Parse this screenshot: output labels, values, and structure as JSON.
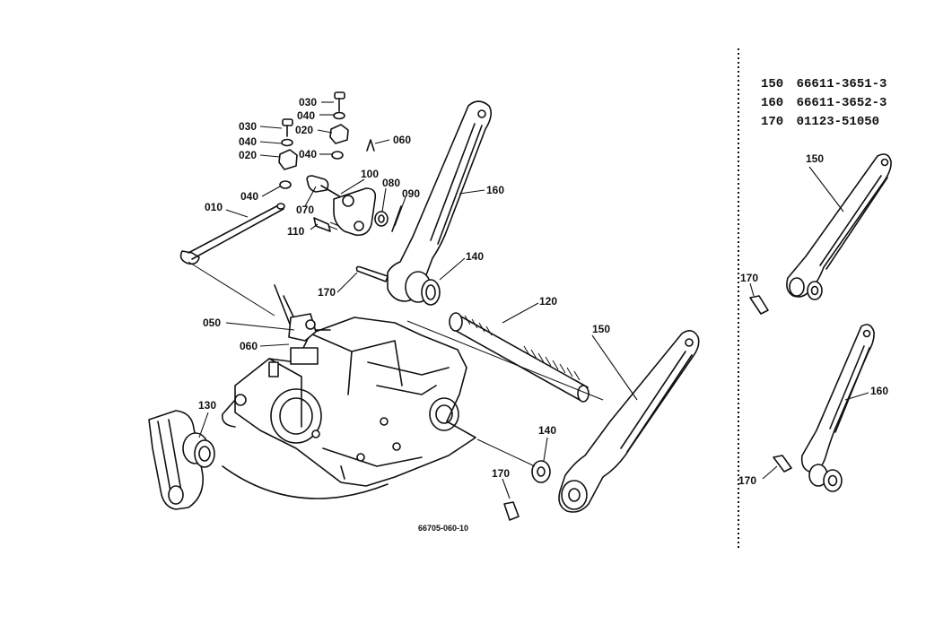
{
  "callouts": {
    "c030a": "030",
    "c040a": "040",
    "c020a": "020",
    "c040b": "040",
    "c030b": "030",
    "c040c": "040",
    "c020b": "020",
    "c040d": "040",
    "c060a": "060",
    "c100": "100",
    "c080": "080",
    "c090": "090",
    "c070": "070",
    "c010": "010",
    "c110": "110",
    "c160a": "160",
    "c140a": "140",
    "c170a": "170",
    "c120": "120",
    "c050": "050",
    "c060b": "060",
    "c150a": "150",
    "c130": "130",
    "c140b": "140",
    "c170b": "170"
  },
  "drawing_number": "66705-060-10",
  "parts_list": [
    {
      "ref": "150",
      "part_no": "66611-3651-3"
    },
    {
      "ref": "160",
      "part_no": "66611-3652-3"
    },
    {
      "ref": "170",
      "part_no": "01123-51050"
    }
  ],
  "side_callouts": {
    "s150": "150",
    "s170a": "170",
    "s160": "160",
    "s170b": "170"
  }
}
